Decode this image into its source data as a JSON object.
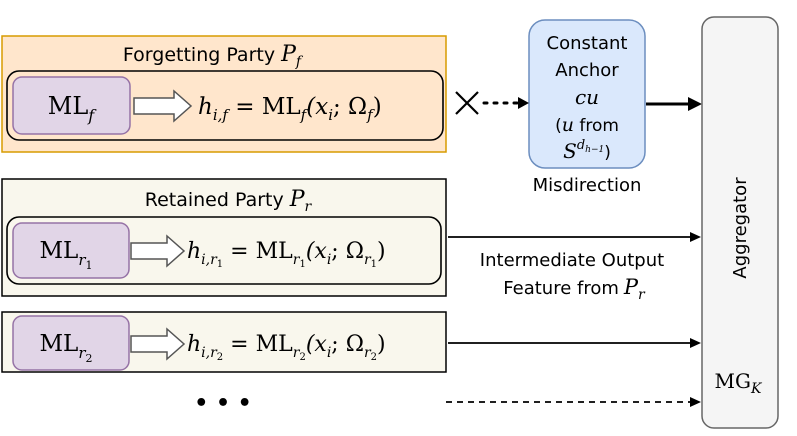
{
  "forgetting_party": {
    "title": "Forgetting Party",
    "party_symbol": "P",
    "party_sub": "f",
    "model_label": "ML",
    "model_sub": "f",
    "equation": {
      "lhs_h": "h",
      "lhs_sub": "i,f",
      "eq": " = ML",
      "ml_sub": "f",
      "args": "(x",
      "args_sub": "i",
      "omega": "; Ω",
      "omega_sub": "f",
      "close": ")"
    }
  },
  "retained_party": {
    "title": "Retained Party",
    "party_symbol": "P",
    "party_sub": "r",
    "model_label": "ML",
    "model_sub": "r",
    "model_subsub": "1",
    "equation": {
      "lhs_h": "h",
      "lhs_sub": "i,r",
      "lhs_subsub": "1",
      "eq": " = ML",
      "ml_sub": "r",
      "ml_subsub": "1",
      "args": "(x",
      "args_sub": "i",
      "omega": "; Ω",
      "omega_sub": "r",
      "omega_subsub": "1",
      "close": ")"
    }
  },
  "second_retained": {
    "model_label": "ML",
    "model_sub": "r",
    "model_subsub": "2",
    "equation": {
      "lhs_h": "h",
      "lhs_sub": "i,r",
      "lhs_subsub": "2",
      "eq": " = ML",
      "ml_sub": "r",
      "ml_subsub": "2",
      "args": "(x",
      "args_sub": "i",
      "omega": "; Ω",
      "omega_sub": "r",
      "omega_subsub": "2",
      "close": ")"
    }
  },
  "anchor": {
    "line1": "Constant",
    "line2": "Anchor",
    "line3": "cu",
    "line4_u": "u",
    "line4_rest": " from",
    "line5_s": "S",
    "line5_exp": "d",
    "line5_exp_sub": "h−1",
    "line5_close": ")",
    "line4_open": "(",
    "caption": "Misdirection"
  },
  "intermediate": {
    "line1": "Intermediate Output",
    "line2": "Feature from",
    "party_symbol": "P",
    "party_sub": "r"
  },
  "aggregator": {
    "label": "Aggregator",
    "model_label": "MG",
    "model_sub": "K"
  },
  "ellipsis": "• • •",
  "colors": {
    "forgetting_fill": "#ffe6cc",
    "forgetting_stroke": "#d79b00",
    "retained_fill": "#f9f7ed",
    "model_fill": "#e1d5e7",
    "model_stroke": "#9673a6",
    "anchor_fill": "#dae8fc",
    "anchor_stroke": "#6c8ebf",
    "aggregator_fill": "#f5f5f5",
    "aggregator_stroke": "#666666"
  }
}
